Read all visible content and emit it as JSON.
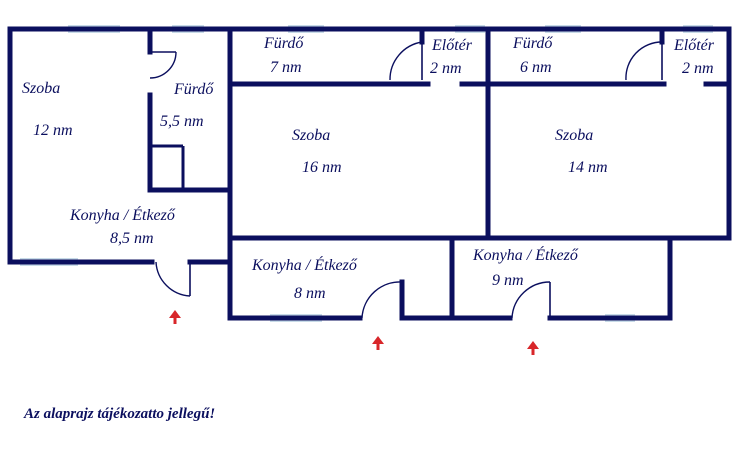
{
  "rooms": {
    "left_szoba": {
      "name": "Szoba",
      "area": "12 nm"
    },
    "left_furdo": {
      "name": "Fürdő",
      "area": "5,5 nm"
    },
    "left_konyha": {
      "name": "Konyha / Étkező",
      "area": "8,5 nm"
    },
    "mid_furdo": {
      "name": "Fürdő",
      "area": "7 nm"
    },
    "mid_eloter": {
      "name": "Előtér",
      "area": "2 nm"
    },
    "mid_szoba": {
      "name": "Szoba",
      "area": "16 nm"
    },
    "mid_konyha": {
      "name": "Konyha / Étkező",
      "area": "8 nm"
    },
    "right_furdo": {
      "name": "Fürdő",
      "area": "6 nm"
    },
    "right_eloter": {
      "name": "Előtér",
      "area": "2 nm"
    },
    "right_szoba": {
      "name": "Szoba",
      "area": "14 nm"
    },
    "right_konyha": {
      "name": "Konyha / Étkező",
      "area": "9 nm"
    }
  },
  "note": "Az alaprajz tájékozatto jellegű!",
  "colors": {
    "wall": "#0b0f5e",
    "window": "#c8dbe8",
    "entry_arrow": "#d8262a"
  }
}
